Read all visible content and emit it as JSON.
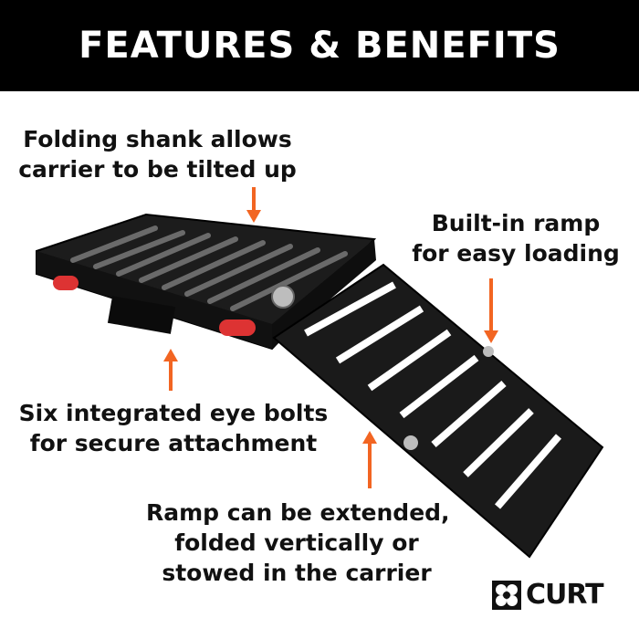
{
  "header": {
    "title": "FEATURES & BENEFITS"
  },
  "callouts": {
    "shank": {
      "line1": "Folding shank allows",
      "line2": "carrier to be tilted up"
    },
    "ramp": {
      "line1": "Built-in ramp",
      "line2": "for easy loading"
    },
    "bolts": {
      "line1": "Six integrated eye bolts",
      "line2": "for secure attachment"
    },
    "extend": {
      "line1": "Ramp can be extended,",
      "line2": "folded vertically or",
      "line3": "stowed in the carrier"
    }
  },
  "brand": {
    "name": "CURT"
  },
  "colors": {
    "banner": "#000000",
    "arrow": "#f26522",
    "text": "#111111",
    "product": "#1a1a1a"
  },
  "icons": [
    "arrow-down-icon",
    "arrow-up-icon",
    "curt-logo-icon"
  ]
}
